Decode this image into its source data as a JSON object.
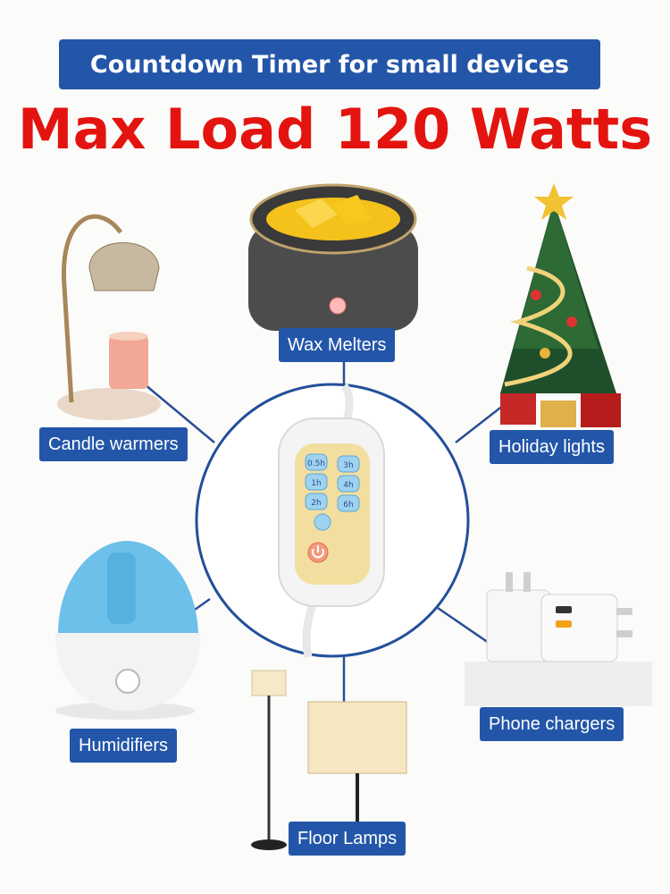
{
  "banner": {
    "text": "Countdown Timer for small devices"
  },
  "headline": {
    "text": "Max Load 120 Watts"
  },
  "devices": {
    "wax_melters": "Wax Melters",
    "candle_warmers": "Candle warmers",
    "holiday_lights": "Holiday lights",
    "humidifiers": "Humidifiers",
    "phone_chargers": "Phone chargers",
    "floor_lamps": "Floor Lamps"
  },
  "timer_remote": {
    "buttons": [
      "0.5h",
      "3h",
      "1h",
      "4h",
      "2h",
      "6h"
    ]
  },
  "colors": {
    "accent_blue": "#2356a8",
    "headline_red": "#e3140f"
  }
}
